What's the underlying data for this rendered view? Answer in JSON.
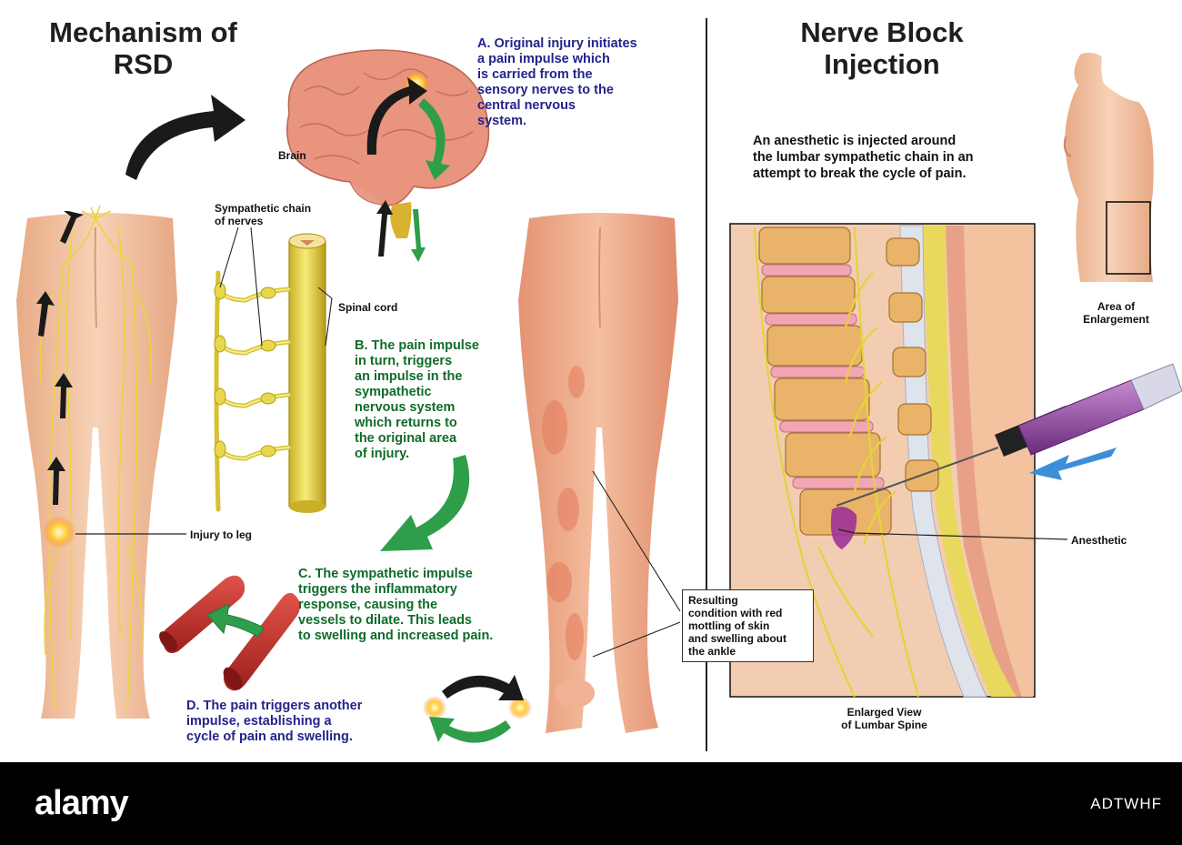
{
  "titles": {
    "mechanism": "Mechanism\nof RSD",
    "nerve_block": "Nerve Block\nInjection"
  },
  "steps": {
    "a": "A. Original injury initiates\n    a pain impulse which\n    is carried from the\n    sensory nerves to the\n    central nervous\n    system.",
    "b": "B. The pain impulse\n    in turn, triggers\n    an impulse in the\n    sympathetic\n    nervous system\n    which returns to\n    the original area\n    of injury.",
    "c": "C. The sympathetic impulse\n    triggers the inflammatory\n    response, causing the\n    vessels to dilate. This leads\n    to swelling and increased pain.",
    "d": "D. The pain triggers another\n    impulse, establishing a\n    cycle of pain and swelling."
  },
  "labels": {
    "brain": "Brain",
    "sympathetic_chain": "Sympathetic chain\nof nerves",
    "spinal_cord": "Spinal cord",
    "injury": "Injury to leg",
    "resulting": "Resulting\ncondition with red\nmottling of skin\nand swelling about\nthe ankle",
    "anesthetic_desc": "An anesthetic is injected around\nthe lumbar sympathetic chain in an\nattempt to break the cycle of pain.",
    "area_enlargement": "Area of\nEnlargement",
    "anesthetic": "Anesthetic",
    "enlarged_view": "Enlarged View\nof Lumbar Spine"
  },
  "footer": {
    "logo": "alamy",
    "image_id": "ADTWHF"
  },
  "colors": {
    "skin": "#f2c4a2",
    "nerve": "#f0e23c",
    "blue_text": "#23238c",
    "green_text": "#0f6b2a",
    "arrow_green": "#2f9e4a",
    "arrow_black": "#1a1a1a",
    "vessel": "#c9302c",
    "syringe": "#8a3a9a"
  }
}
